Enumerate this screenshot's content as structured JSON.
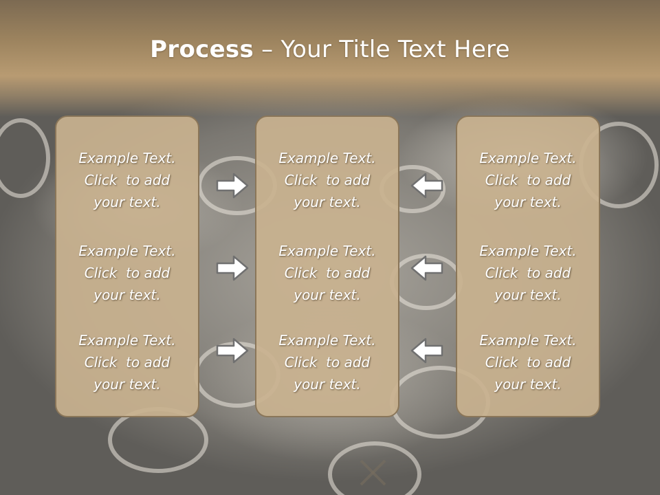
{
  "slide": {
    "title_bold": "Process",
    "title_rest": " – Your Title Text Here",
    "colors": {
      "header": "#b89b72",
      "panel": "#c9b28f",
      "panel_border": "#8a7659",
      "arrow_fill": "#ffffff",
      "arrow_stroke": "#707070"
    }
  },
  "columns": [
    {
      "blocks": [
        {
          "l1": "Example Text.",
          "l2": "Click  to add",
          "l3": "your text."
        },
        {
          "l1": "Example Text.",
          "l2": "Click  to add",
          "l3": "your text."
        },
        {
          "l1": "Example Text.",
          "l2": "Click  to add",
          "l3": "your text."
        }
      ]
    },
    {
      "blocks": [
        {
          "l1": "Example Text.",
          "l2": "Click  to add",
          "l3": "your text."
        },
        {
          "l1": "Example Text.",
          "l2": "Click  to add",
          "l3": "your text."
        },
        {
          "l1": "Example Text.",
          "l2": "Click  to add",
          "l3": "your text."
        }
      ]
    },
    {
      "blocks": [
        {
          "l1": "Example Text.",
          "l2": "Click  to add",
          "l3": "your text."
        },
        {
          "l1": "Example Text.",
          "l2": "Click  to add",
          "l3": "your text."
        },
        {
          "l1": "Example Text.",
          "l2": "Click  to add",
          "l3": "your text."
        }
      ]
    }
  ],
  "arrows": {
    "left_pair": [
      "arrow-right-icon",
      "arrow-right-icon",
      "arrow-right-icon"
    ],
    "right_pair": [
      "arrow-left-icon",
      "arrow-left-icon",
      "arrow-left-icon"
    ]
  }
}
